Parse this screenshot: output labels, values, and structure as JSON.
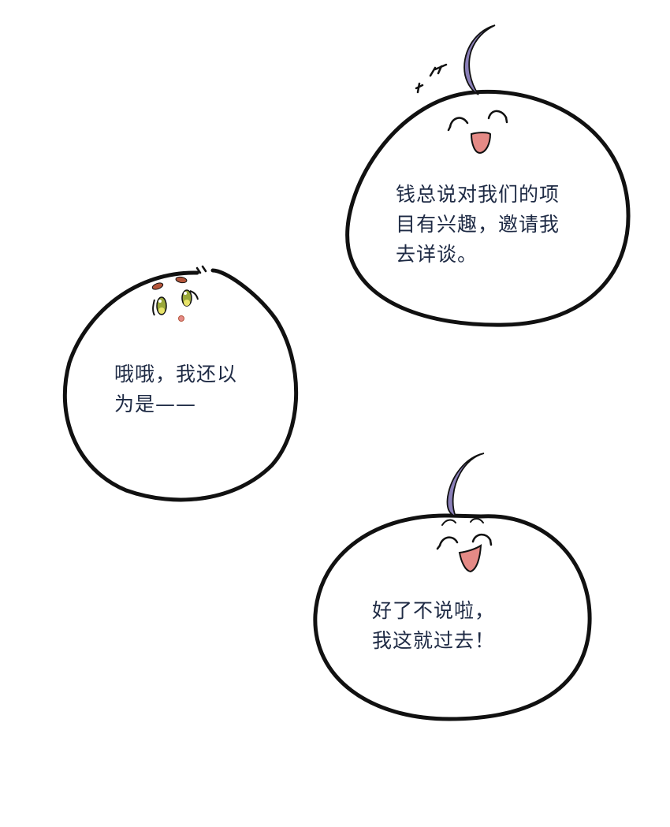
{
  "panel": {
    "background": "#ffffff",
    "ink_color": "#111111",
    "text_color": "#1e2a44",
    "hair_color": "#8a7fb8",
    "mouth_color": "#e58a86",
    "eye_color": "#9aa83a"
  },
  "bubbles": [
    {
      "id": "top-right",
      "expression": "laughing",
      "lines": [
        "钱总说对我们的项",
        "目有兴趣，邀请我",
        "去详谈。"
      ]
    },
    {
      "id": "middle-left",
      "expression": "surprised",
      "lines": [
        "哦哦，我还以",
        "为是——"
      ]
    },
    {
      "id": "bottom-right",
      "expression": "laughing",
      "lines": [
        "好了不说啦，",
        "我这就过去！"
      ]
    }
  ]
}
